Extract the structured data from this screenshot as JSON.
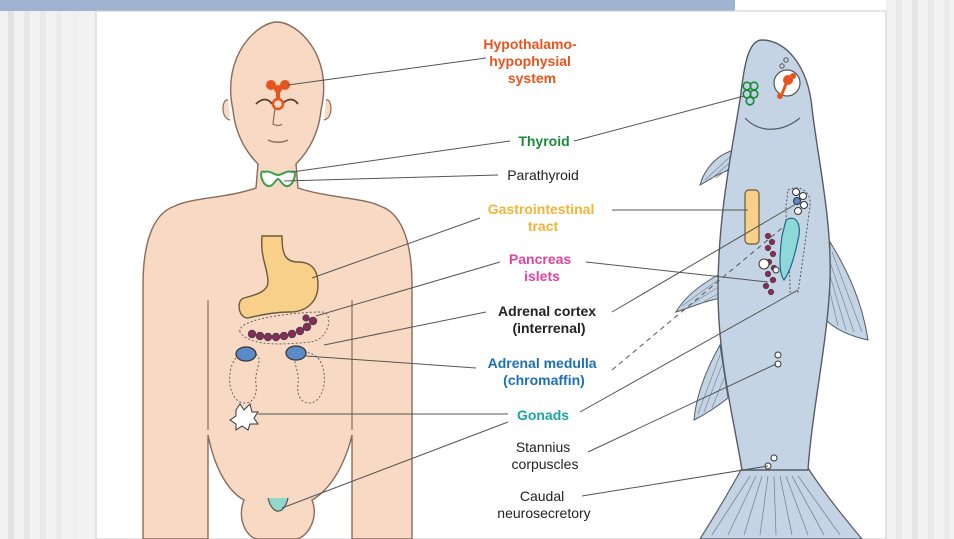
{
  "colors": {
    "skin": "#f8d9c4",
    "skin_stroke": "#8a6a5a",
    "fish": "#c5d4e4",
    "fish_stroke": "#555c66",
    "orange": "#e8541d",
    "green": "#1a8a3a",
    "gold": "#f0b43a",
    "pink": "#e0449a",
    "black": "#222222",
    "blue": "#1c6fb5",
    "teal": "#1aa6a0",
    "banner": "#9fb2cf",
    "stripe": "#e4e4e4"
  },
  "labels": {
    "hypothalamo": [
      "Hypothalamo-",
      "hypophysial",
      "system"
    ],
    "thyroid": "Thyroid",
    "parathyroid": "Parathyroid",
    "gastro": [
      "Gastrointestinal",
      "tract"
    ],
    "pancreas": [
      "Pancreas",
      "islets"
    ],
    "adrenal_cortex": [
      "Adrenal cortex",
      "(interrenal)"
    ],
    "adrenal_medulla": [
      "Adrenal medulla",
      "(chromaffin)"
    ],
    "gonads": "Gonads",
    "stannius": [
      "Stannius",
      "corpuscles"
    ],
    "caudal": [
      "Caudal",
      "neurosecretory"
    ]
  }
}
